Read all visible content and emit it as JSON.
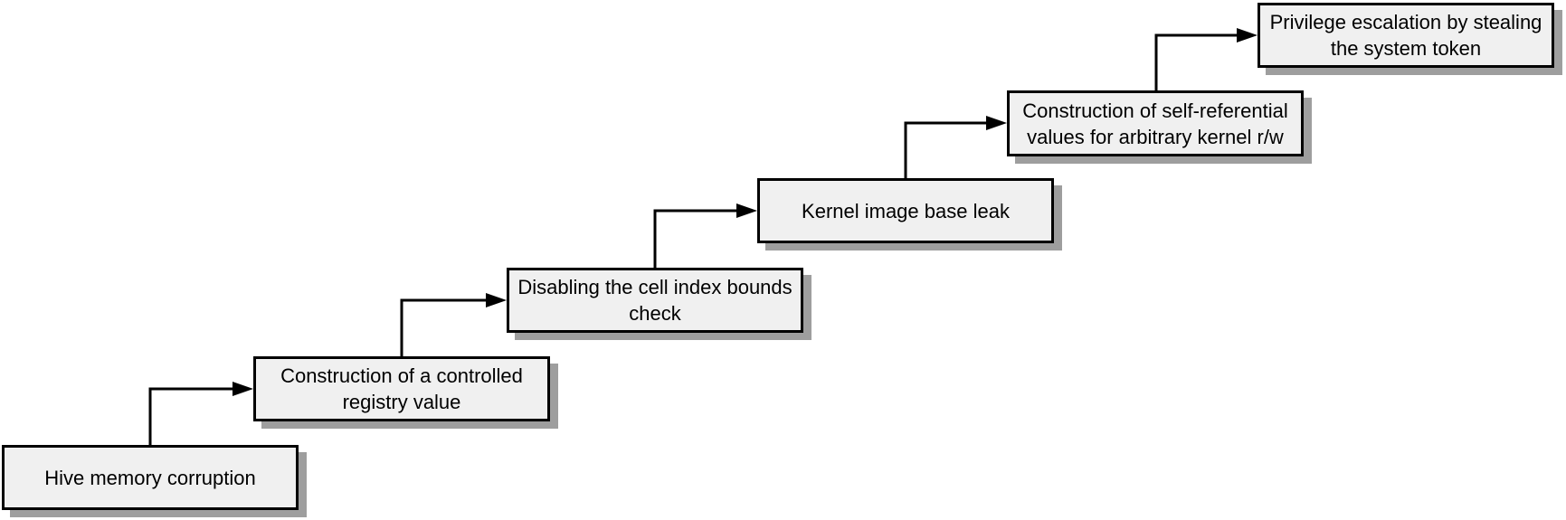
{
  "diagram": {
    "type": "flow",
    "description": "Staircase exploit chain diagram, steps ascend from bottom-left to top-right",
    "nodes": [
      {
        "label": "Hive memory corruption"
      },
      {
        "label": "Construction of a controlled registry value"
      },
      {
        "label": "Disabling the cell index bounds check"
      },
      {
        "label": "Kernel image base leak"
      },
      {
        "label": "Construction of self-referential values for arbitrary kernel r/w"
      },
      {
        "label": "Privilege escalation by stealing the system token"
      }
    ],
    "edges": [
      {
        "from": 0,
        "to": 1
      },
      {
        "from": 1,
        "to": 2
      },
      {
        "from": 2,
        "to": 3
      },
      {
        "from": 3,
        "to": 4
      },
      {
        "from": 4,
        "to": 5
      }
    ],
    "colors": {
      "node_fill": "#f0f0f0",
      "node_border": "#000000",
      "node_shadow": "#9e9e9e",
      "arrow": "#000000",
      "background": "#ffffff",
      "text": "#000000"
    }
  }
}
